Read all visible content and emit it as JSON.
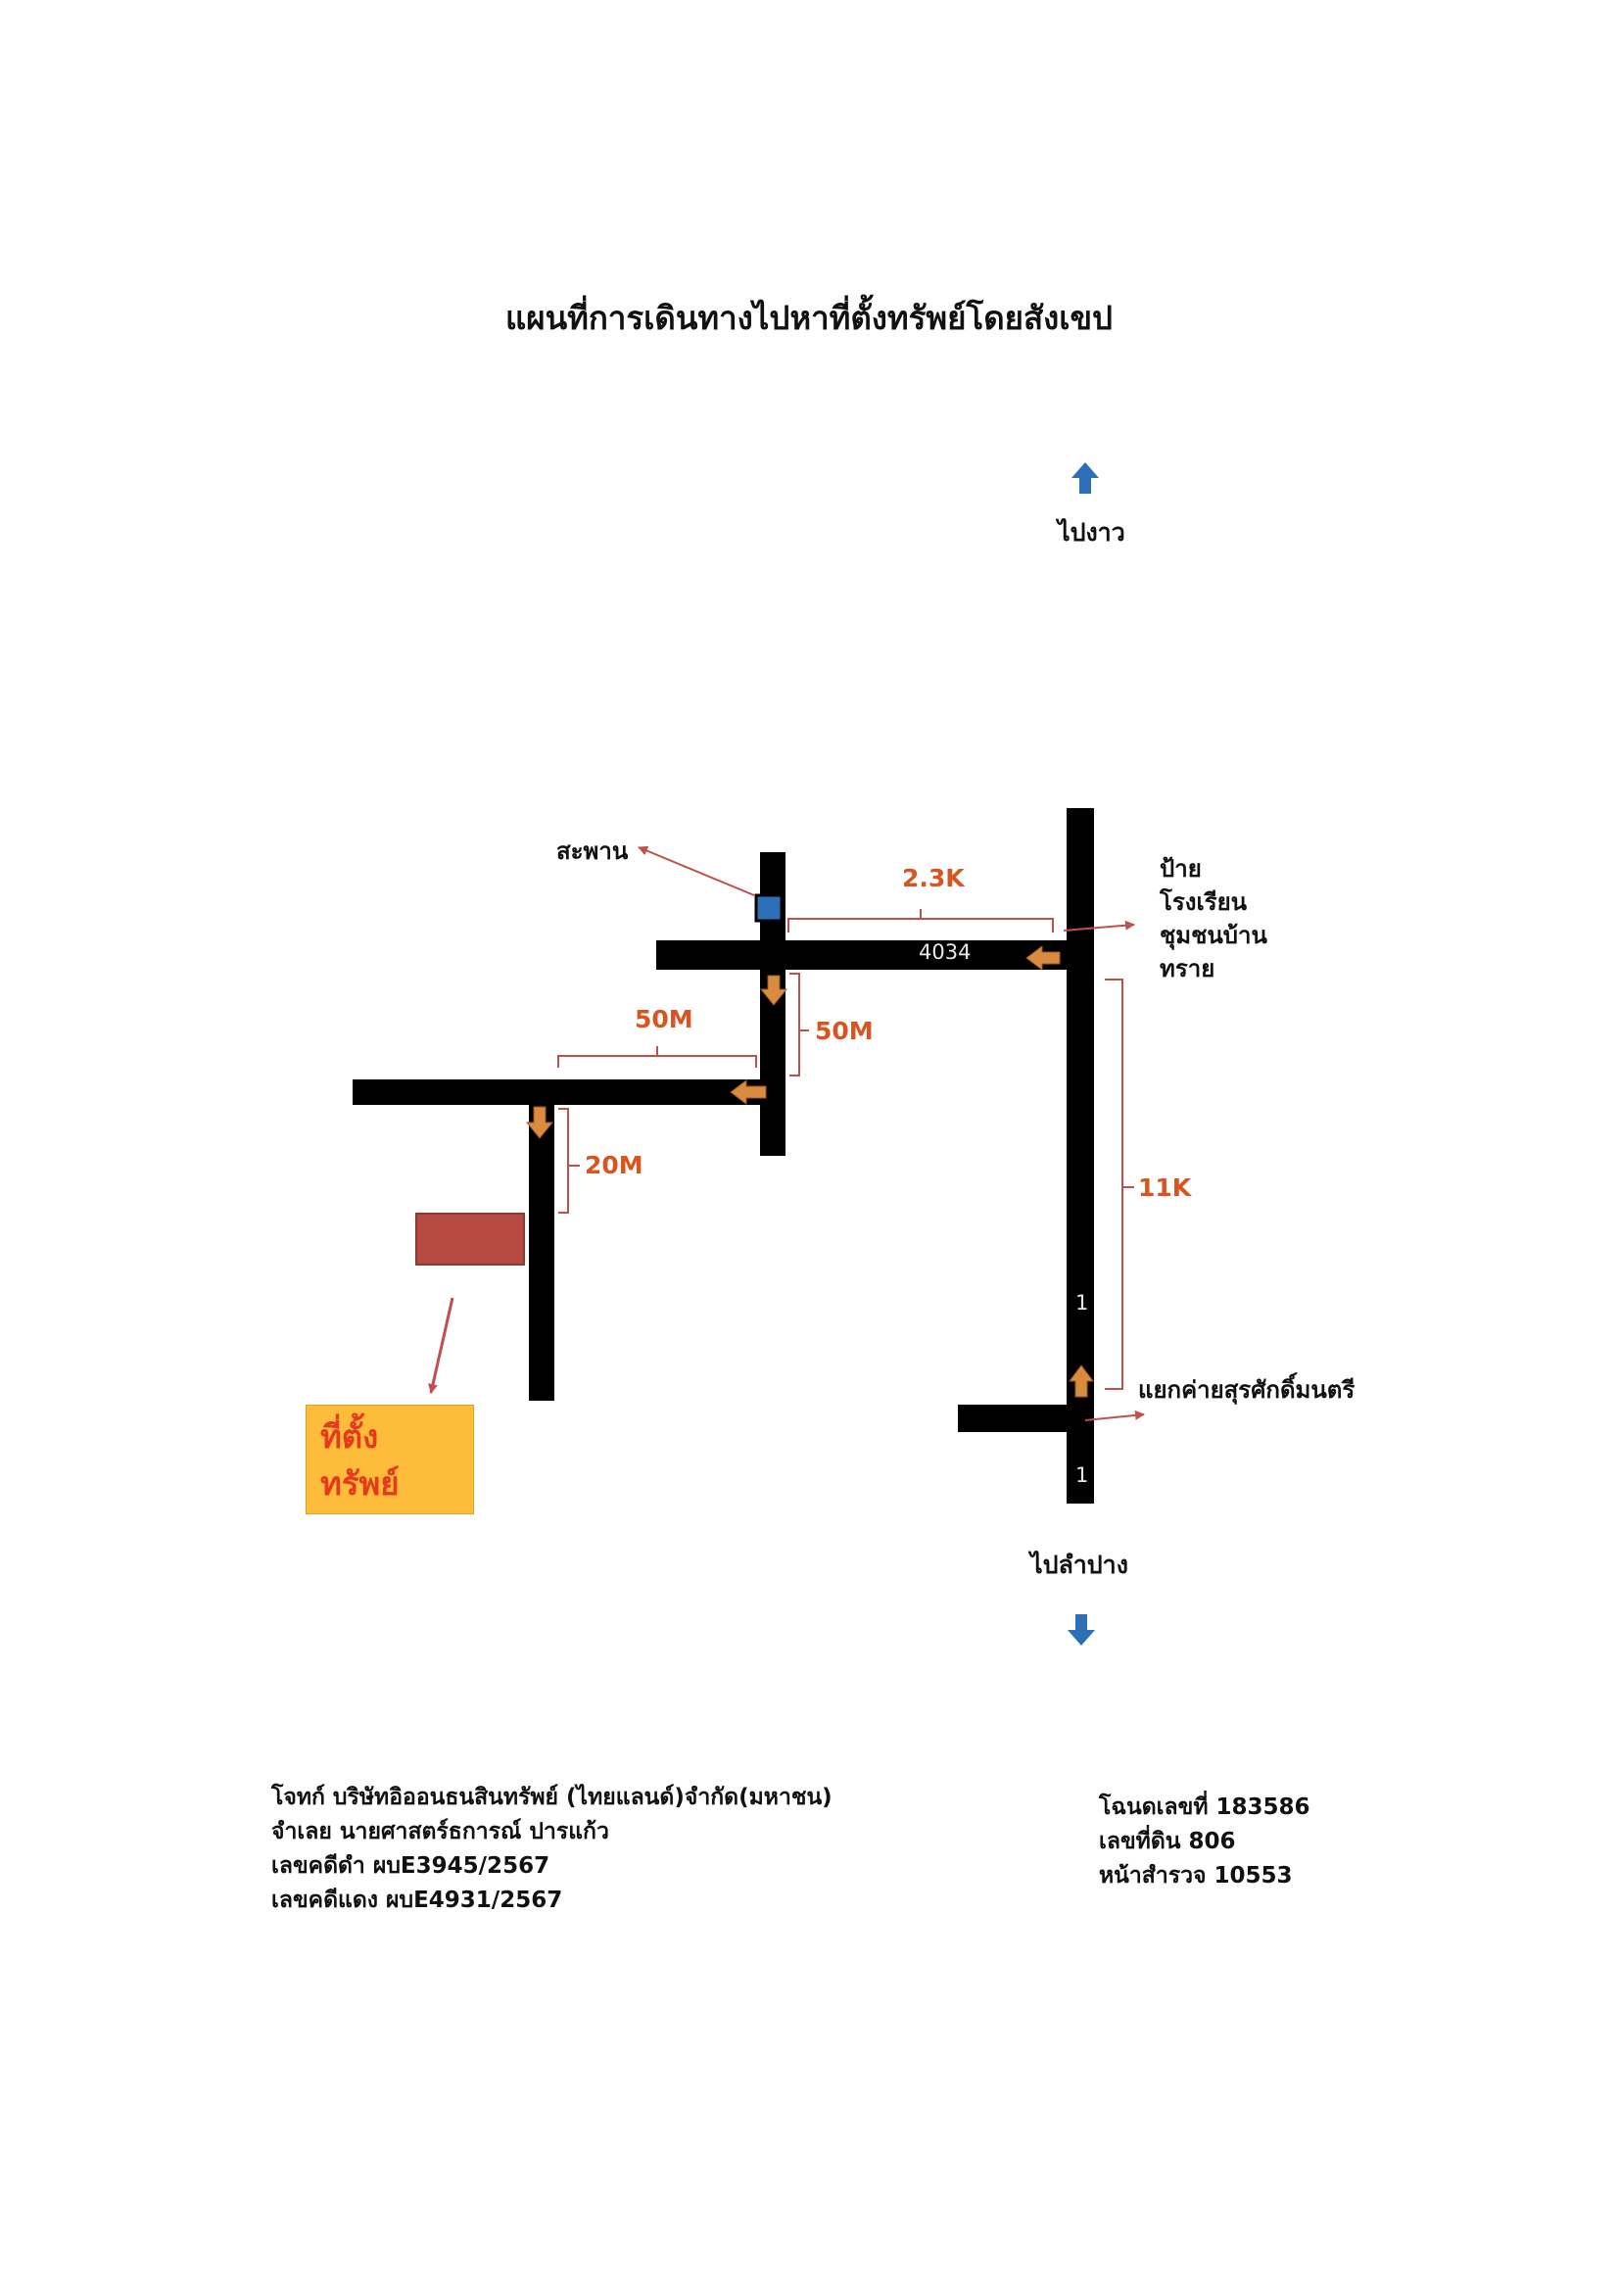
{
  "title": "แผนที่การเดินทางไปหาที่ตั้งทรัพย์โดยสังเขป",
  "directions": {
    "north": "ไปงาว",
    "south": "ไปลำปาง"
  },
  "landmarks": {
    "bridge": "สะพาน",
    "school_sign": [
      "ป้าย",
      "โรงเรียน",
      "ชุมชนบ้าน",
      "ทราย"
    ],
    "junction": "แยกค่ายสุรศักดิ์มนตรี"
  },
  "roads": {
    "r4034": "4034",
    "r1_upper": "1",
    "r1_lower": "1"
  },
  "distances": {
    "d_2_3k": "2.3K",
    "d_11k": "11K",
    "d_50m_h": "50M",
    "d_50m_v": "50M",
    "d_20m": "20M"
  },
  "destination": [
    "ที่ตั้ง",
    "ทรัพย์"
  ],
  "case_info": [
    "โจทก์ บริษัทอิออนธนสินทรัพย์ (ไทยแลนด์)จำกัด(มหาชน)",
    "จำเลย นายศาสตร์ธการณ์ ปารแก้ว",
    "เลขคดีดำ ผบE3945/2567",
    "เลขคดีแดง ผบE4931/2567"
  ],
  "deed_info": [
    "โฉนดเลขที่ 183586",
    "เลขที่ดิน 806",
    "หน้าสำรวจ  10553"
  ],
  "colors": {
    "road": "#000000",
    "arrow_orange": "#d98c3f",
    "arrow_blue": "#2c6fb7",
    "bracket": "#c0504d",
    "distance_text": "#d9541e",
    "destination_bg": "#fdbd3a",
    "property": "#b84a44"
  }
}
